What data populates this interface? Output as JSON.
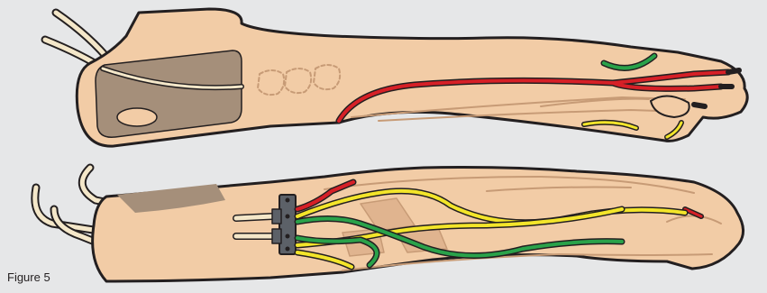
{
  "figure": {
    "caption": "Figure 5"
  },
  "palette": {
    "skin": "#f2cca6",
    "skin_shadow": "#e0b48f",
    "pad": "#a58f7a",
    "outline": "#231f20",
    "tube": "#f4e7c9",
    "vein_red": "#d62027",
    "vein_green": "#2aa24a",
    "vein_yellow": "#f3e52a",
    "connector": "#5c6168",
    "background": "#e6e7e8"
  },
  "parts": {
    "top_arm": "arm-model-top-view",
    "bottom_arm": "arm-model-bottom-view",
    "connector_block": "tubing-connector"
  }
}
